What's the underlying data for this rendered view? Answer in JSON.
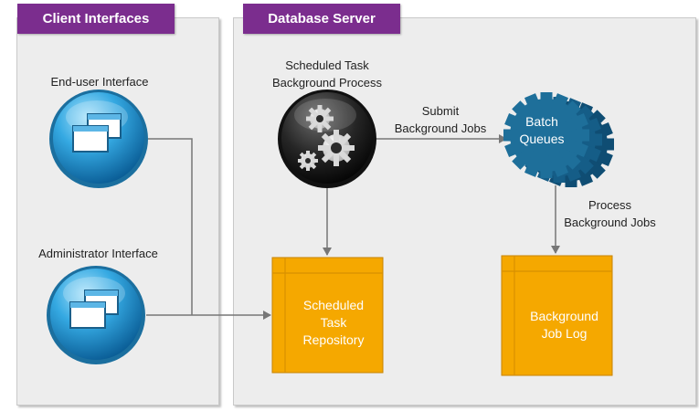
{
  "client_panel": {
    "title": "Client Interfaces"
  },
  "server_panel": {
    "title": "Database Server"
  },
  "nodes": {
    "end_user_interface": {
      "label": "End-user Interface"
    },
    "administrator_interface": {
      "label": "Administrator Interface"
    },
    "scheduled_task_process": {
      "label_line1": "Scheduled Task",
      "label_line2": "Background Process"
    },
    "batch_queues": {
      "label_line1": "Batch",
      "label_line2": "Queues"
    },
    "scheduled_task_repository": {
      "label_line1": "Scheduled",
      "label_line2": "Task",
      "label_line3": "Repository"
    },
    "background_job_log": {
      "label_line1": "Background",
      "label_line2": "Job Log"
    }
  },
  "edges": {
    "submit": {
      "label_line1": "Submit",
      "label_line2": "Background Jobs"
    },
    "process": {
      "label_line1": "Process",
      "label_line2": "Background Jobs"
    }
  },
  "colors": {
    "title_bg": "#7b2d8e",
    "box_fill": "#f5a800",
    "box_border": "#c88200",
    "queue_fill": "#1e6f9a",
    "connector": "#777777",
    "panel_bg": "#ededed"
  }
}
